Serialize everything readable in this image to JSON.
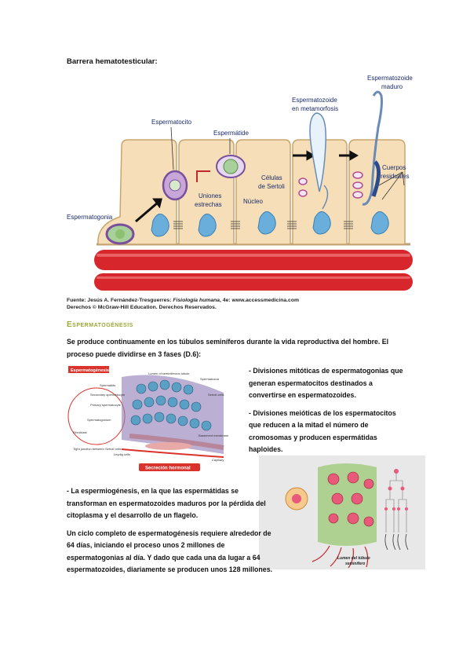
{
  "page_heading": "Barrera hematotesticular:",
  "figure_barrier": {
    "labels": {
      "espermatocito": "Espermatocito",
      "espermatide": "Espermátide",
      "espermatozoide_metamorfosis_1": "Espermatozoide",
      "espermatozoide_metamorfosis_2": "en metamorfosis",
      "espermatozoide_maduro_1": "Espermatozoide",
      "espermatozoide_maduro_2": "maduro",
      "uniones_1": "Uniones",
      "uniones_2": "estrechas",
      "celulas_sertoli_1": "Células",
      "celulas_sertoli_2": "de Sertoli",
      "nucleo": "Núcleo",
      "cuerpos_1": "Cuerpos",
      "cuerpos_2": "residuales",
      "espermatogonia": "Espermatogonia"
    },
    "source_prefix": "Fuente: Jesús A. Fernández-Tresguerres: ",
    "source_book": "Fisiología humana",
    "source_suffix": ", 4e: www.accessmedicina.com",
    "rights": "Derechos © McGraw-Hill Education. Derechos Reservados."
  },
  "section_title": "Espermatogénesis",
  "intro": "Se produce continuamente en los túbulos seminíferos durante la vida reproductiva del hombre. El proceso puede dividirse en 3 fases (D.6):",
  "figure_a": {
    "title": "Espermatogénesis",
    "footer": "Secreción hormonal",
    "labels": [
      "Spermatids",
      "Secondary spermatocyte",
      "Primary spermatocyte",
      "Spermatogonium",
      "Fibroblast",
      "Tight junction between Sertoli cells",
      "Lumen of seminiferous tubule",
      "Spermatozoa",
      "Sertoli cells",
      "Basement membrane",
      "Leydig cells",
      "Capillary"
    ]
  },
  "right_column": [
    "- Divisiones mitóticas de espermatogonias que generan espermatocitos destinados a convertirse en espermatozoides.",
    "- Divisiones meióticas de los espermatocitos que reducen a la mitad el número de cromosomas y producen espermátidas haploides."
  ],
  "left_column": [
    "- La espermiogénesis, en la que las espermátidas se transforman en espermatozoides maduros por la pérdida del citoplasma y el desarrollo de un flagelo.",
    " Un ciclo completo de espermatogénesis requiere alrededor de 64 días, iniciando el proceso unos 2 millones de espermatogonias al día. Y dado que cada una da lugar a 64 espermatozoides, diariamente se producen unos 128 millones."
  ],
  "figure_b": {
    "caption_1": "Lumen del túbulo",
    "caption_2": "seminífero"
  },
  "colors": {
    "section_title": "#9aa836",
    "cell_fill": "#f6dfb8",
    "vessel": "#d7262c",
    "label_text": "#1a2b6b",
    "figure_a_banner": "#d9332b",
    "figure_b_bg": "#e8e8e8"
  }
}
